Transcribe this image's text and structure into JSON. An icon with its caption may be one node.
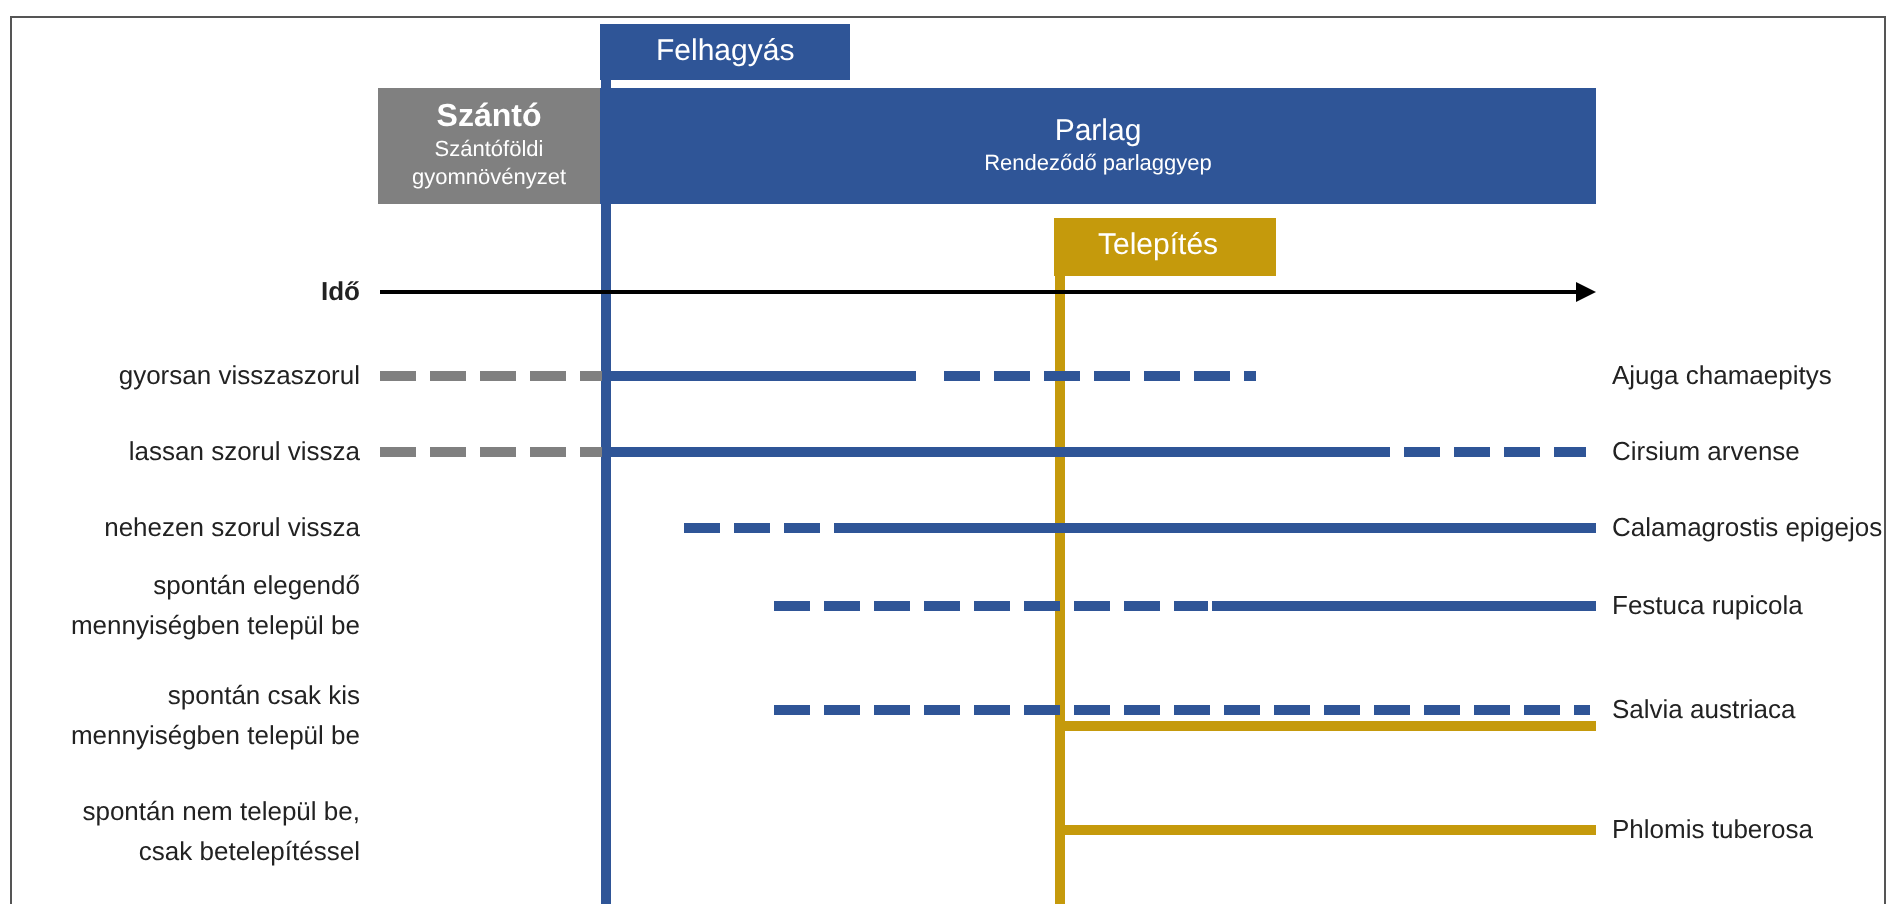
{
  "diagram": {
    "nodes": [
      {
        "text": [
          "Felhagyás"
        ]
      },
      {
        "text": [
          "Szántó",
          "Szántóföldi gyomnövényzet"
        ]
      },
      {
        "text": [
          "Parlag",
          "Rendeződő parlaggyep"
        ]
      },
      {
        "text": [
          "Telepítés"
        ]
      }
    ],
    "edges": [],
    "labels": [
      "Idő",
      "gyorsan visszaszorul",
      "Ajuga chamaepitys",
      "lassan szorul vissza",
      "Cirsium arvense",
      "nehezen szorul vissza",
      "Calamagrostis epigejos",
      "spontán elegendő mennyiségben települ be",
      "Festuca rupicola",
      "spontán csak kis mennyiségben települ be",
      "Salvia austriaca",
      "spontán nem települ be, csak betelepítéssel",
      "Phlomis tuberosa"
    ]
  }
}
